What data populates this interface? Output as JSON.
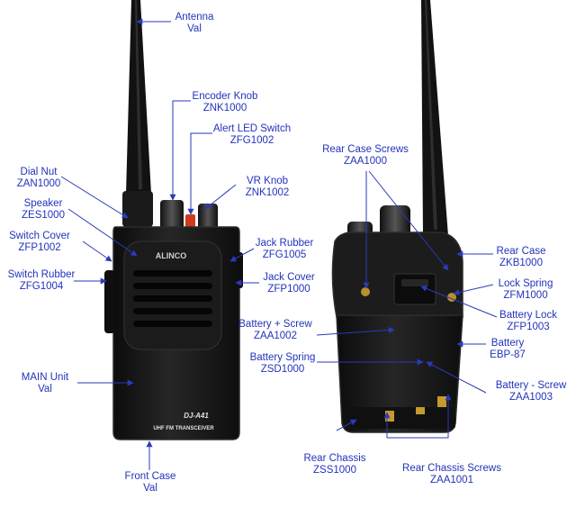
{
  "colors": {
    "label": "#2233bb",
    "leader": "#2a3ab8",
    "body": "#151515",
    "bodyEdge": "#2c2c2c",
    "accent": "#d23a1c"
  },
  "brand": "ALINCO",
  "model": "DJ-A41",
  "model_sub": "UHF FM TRANSCEIVER",
  "callouts": {
    "antenna": {
      "name": "Antenna",
      "part": "Val"
    },
    "encoder_knob": {
      "name": "Encoder Knob",
      "part": "ZNK1000"
    },
    "alert_led": {
      "name": "Alert LED Switch",
      "part": "ZFG1002"
    },
    "vr_knob": {
      "name": "VR Knob",
      "part": "ZNK1002"
    },
    "dial_nut": {
      "name": "Dial Nut",
      "part": "ZAN1000"
    },
    "speaker": {
      "name": "Speaker",
      "part": "ZES1000"
    },
    "switch_cover": {
      "name": "Switch Cover",
      "part": "ZFP1002"
    },
    "switch_rubber": {
      "name": "Switch Rubber",
      "part": "ZFG1004"
    },
    "jack_rubber": {
      "name": "Jack Rubber",
      "part": "ZFG1005"
    },
    "jack_cover": {
      "name": "Jack Cover",
      "part": "ZFP1000"
    },
    "main_unit": {
      "name": "MAIN Unit",
      "part": "Val"
    },
    "front_case": {
      "name": "Front Case",
      "part": "Val"
    },
    "rear_case_screws": {
      "name": "Rear Case Screws",
      "part": "ZAA1000"
    },
    "rear_case": {
      "name": "Rear Case",
      "part": "ZKB1000"
    },
    "lock_spring": {
      "name": "Lock Spring",
      "part": "ZFM1000"
    },
    "battery_lock": {
      "name": "Battery Lock",
      "part": "ZFP1003"
    },
    "battery": {
      "name": "Battery",
      "part": "EBP-87"
    },
    "battery_plus": {
      "name": "Battery   + Screw",
      "part": "ZAA1002"
    },
    "battery_spring": {
      "name": "Battery Spring",
      "part": "ZSD1000"
    },
    "battery_minus": {
      "name": "Battery   - Screw",
      "part": "ZAA1003"
    },
    "rear_chassis": {
      "name": "Rear Chassis",
      "part": "ZSS1000"
    },
    "rear_chassis_screws": {
      "name": "Rear Chassis Screws",
      "part": "ZAA1001"
    }
  }
}
